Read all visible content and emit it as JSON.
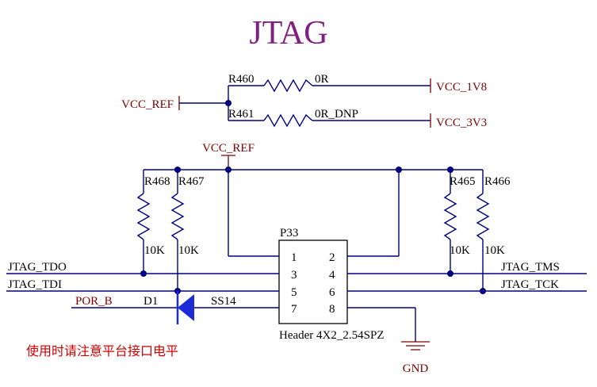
{
  "title": "JTAG",
  "colors": {
    "title": "#7f1f7f",
    "wire": "#00007f",
    "power": "#7f0000",
    "diode": "#1c2bd6",
    "note": "#d40000",
    "text": "#000000"
  },
  "power_nets": {
    "vcc_ref": "VCC_REF",
    "vcc_1v8": "VCC_1V8",
    "vcc_3v3": "VCC_3V3",
    "gnd": "GND"
  },
  "resistors": {
    "r460": {
      "ref": "R460",
      "value": "0R"
    },
    "r461": {
      "ref": "R461",
      "value": "0R_DNP"
    },
    "r468": {
      "ref": "R468",
      "value": "10K"
    },
    "r467": {
      "ref": "R467",
      "value": "10K"
    },
    "r465": {
      "ref": "R465",
      "value": "10K"
    },
    "r466": {
      "ref": "R466",
      "value": "10K"
    }
  },
  "header": {
    "ref": "P33",
    "part": "Header 4X2_2.54SPZ",
    "pins": [
      "1",
      "2",
      "3",
      "4",
      "5",
      "6",
      "7",
      "8"
    ]
  },
  "diode": {
    "ref": "D1",
    "part": "SS14"
  },
  "nets": {
    "tdo": "JTAG_TDO",
    "tdi": "JTAG_TDI",
    "por_b": "POR_B",
    "tms": "JTAG_TMS",
    "tck": "JTAG_TCK"
  },
  "note": "使用时请注意平台接口电平"
}
